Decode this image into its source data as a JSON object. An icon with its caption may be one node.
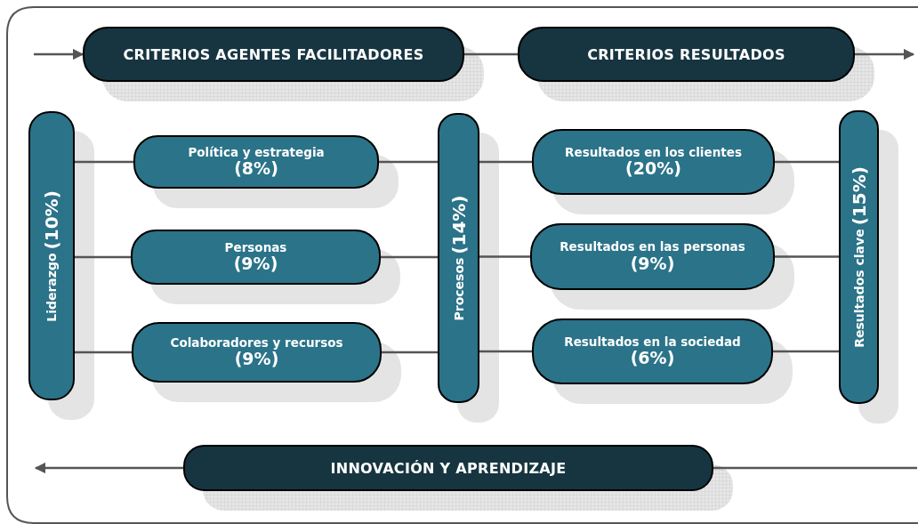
{
  "diagram": {
    "nodes": [
      {
        "text": [
          "CRITERIOS AGENTES FACILITADORES"
        ]
      },
      {
        "text": [
          "CRITERIOS RESULTADOS"
        ]
      },
      {
        "text": [
          "Liderazgo",
          "(10%)"
        ]
      },
      {
        "text": [
          "Política y estrategia",
          "(8%)"
        ]
      },
      {
        "text": [
          "Personas",
          "(9%)"
        ]
      },
      {
        "text": [
          "Colaboradores y recursos",
          "(9%)"
        ]
      },
      {
        "text": [
          "Procesos",
          "(14%)"
        ]
      },
      {
        "text": [
          "Resultados en los clientes",
          "(20%)"
        ]
      },
      {
        "text": [
          "Resultados en las personas",
          "(9%)"
        ]
      },
      {
        "text": [
          "Resultados en la sociedad",
          "(6%)"
        ]
      },
      {
        "text": [
          "Resultados clave",
          "(15%)"
        ]
      },
      {
        "text": [
          "INNOVACIÓN Y APRENDIZAJE"
        ]
      }
    ],
    "edges": [
      {
        "from": null,
        "to": 0,
        "arrow": "to"
      },
      {
        "from": 0,
        "to": 1,
        "arrow": "none"
      },
      {
        "from": 1,
        "to": null,
        "arrow": "to"
      },
      {
        "from": 2,
        "to": 3,
        "arrow": "none"
      },
      {
        "from": 3,
        "to": 6,
        "arrow": "none"
      },
      {
        "from": 2,
        "to": 4,
        "arrow": "none"
      },
      {
        "from": 4,
        "to": 6,
        "arrow": "none"
      },
      {
        "from": 2,
        "to": 5,
        "arrow": "none"
      },
      {
        "from": 5,
        "to": 6,
        "arrow": "none"
      },
      {
        "from": 6,
        "to": 7,
        "arrow": "none"
      },
      {
        "from": 7,
        "to": 10,
        "arrow": "none"
      },
      {
        "from": 6,
        "to": 8,
        "arrow": "none"
      },
      {
        "from": 8,
        "to": 10,
        "arrow": "none"
      },
      {
        "from": 6,
        "to": 9,
        "arrow": "none"
      },
      {
        "from": 9,
        "to": 10,
        "arrow": "none"
      },
      {
        "from": null,
        "to": 11,
        "arrow": "none"
      },
      {
        "from": 11,
        "to": null,
        "arrow": "to"
      }
    ]
  }
}
